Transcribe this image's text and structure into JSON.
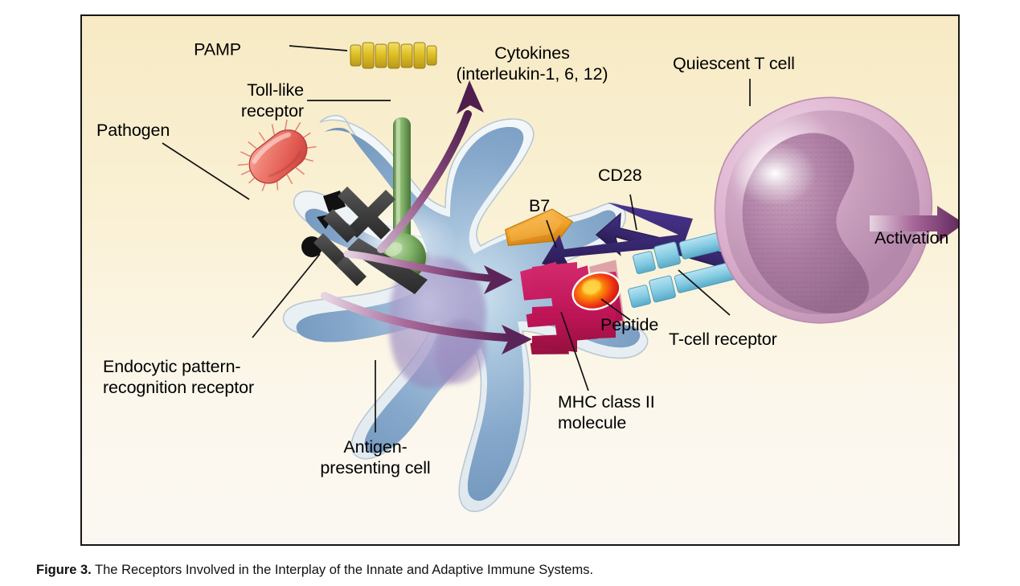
{
  "figure": {
    "caption_bold": "Figure 3.",
    "caption_text": " The Receptors Involved in the Interplay of the Innate and Adaptive Immune Systems."
  },
  "labels": {
    "pamp": "PAMP",
    "cytokines_line1": "Cytokines",
    "cytokines_line2": "(interleukin-1, 6, 12)",
    "toll_like_line1": "Toll-like",
    "toll_like_line2": "receptor",
    "pathogen": "Pathogen",
    "quiescent_t_cell": "Quiescent T cell",
    "cd28": "CD28",
    "b7": "B7",
    "activation": "Activation",
    "peptide": "Peptide",
    "t_cell_receptor": "T-cell receptor",
    "mhc_line1": "MHC class II",
    "mhc_line2": "molecule",
    "endocytic_line1": "Endocytic pattern-",
    "endocytic_line2": "recognition receptor",
    "apc_line1": "Antigen-",
    "apc_line2": "presenting cell"
  },
  "icons": {
    "pamp": "pamp-ligand-icon",
    "toll_like_receptor": "toll-like-receptor-icon",
    "pathogen": "pathogen-bacterium-icon",
    "endocytic_receptor": "endocytic-receptor-icon",
    "apc": "antigen-presenting-cell-icon",
    "t_cell": "quiescent-t-cell-icon",
    "b7": "b7-arrow-icon",
    "cd28": "cd28-arrow-icon",
    "mhc": "mhc-class-ii-icon",
    "peptide": "peptide-icon",
    "tcr": "t-cell-receptor-icon",
    "cytokine_arrow": "cytokine-arrow-icon",
    "processing_arrow": "antigen-processing-arrow-icon",
    "activation_arrow": "activation-arrow-icon"
  },
  "colors": {
    "background_top": "#f7eac4",
    "background_bottom": "#fbf8f3",
    "frame": "#171717",
    "apc_cytoplasm": "#7ba0c4",
    "apc_membrane": "#e8eef2",
    "apc_nucleus": "#9b8fc4",
    "t_cell_rim": "#e2b9d2",
    "t_cell_body": "#c49ab8",
    "t_cell_nucleus": "#a9789e",
    "toll_like_receptor": "#6aa84f",
    "pamp": "#e3c423",
    "pathogen": "#e8625c",
    "endocytic_receptor": "#3a3a3a",
    "b7": "#f0a22e",
    "cd28": "#3b2a78",
    "mhc": "#c2185b",
    "peptide": "#e8321a",
    "tcr": "#7fc9e0",
    "arrow_purple_dark": "#5b2458",
    "arrow_purple_light": "#c9a9c4"
  }
}
